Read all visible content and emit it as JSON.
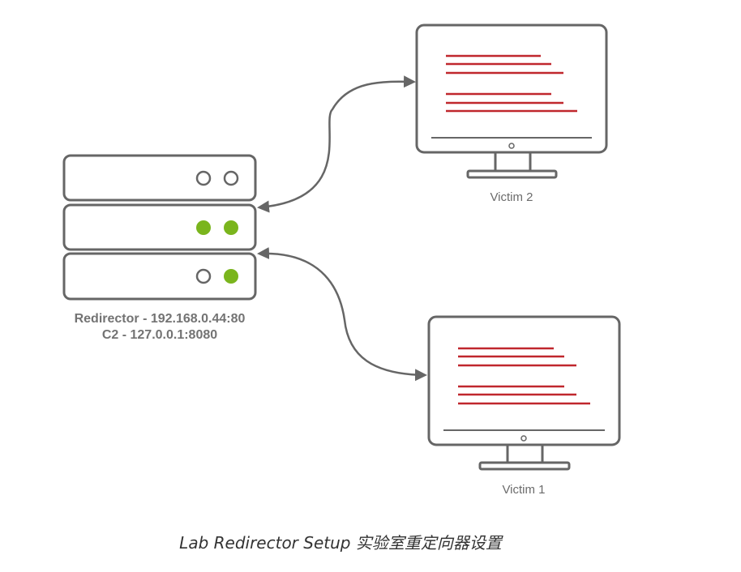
{
  "server": {
    "label_line1": "Redirector - 192.168.0.44:80",
    "label_line2": "C2 - 127.0.0.1:8080"
  },
  "victim2": {
    "label": "Victim 2"
  },
  "victim1": {
    "label": "Victim 1"
  },
  "caption": "Lab Redirector Setup 实验室重定向器设置",
  "colors": {
    "outline": "#666666",
    "led_green": "#7ab51d",
    "screen_text_red": "#c0272d"
  },
  "icons": {
    "server": "server-rack-icon",
    "monitor": "monitor-icon",
    "arrow": "bidirectional-arrow"
  }
}
